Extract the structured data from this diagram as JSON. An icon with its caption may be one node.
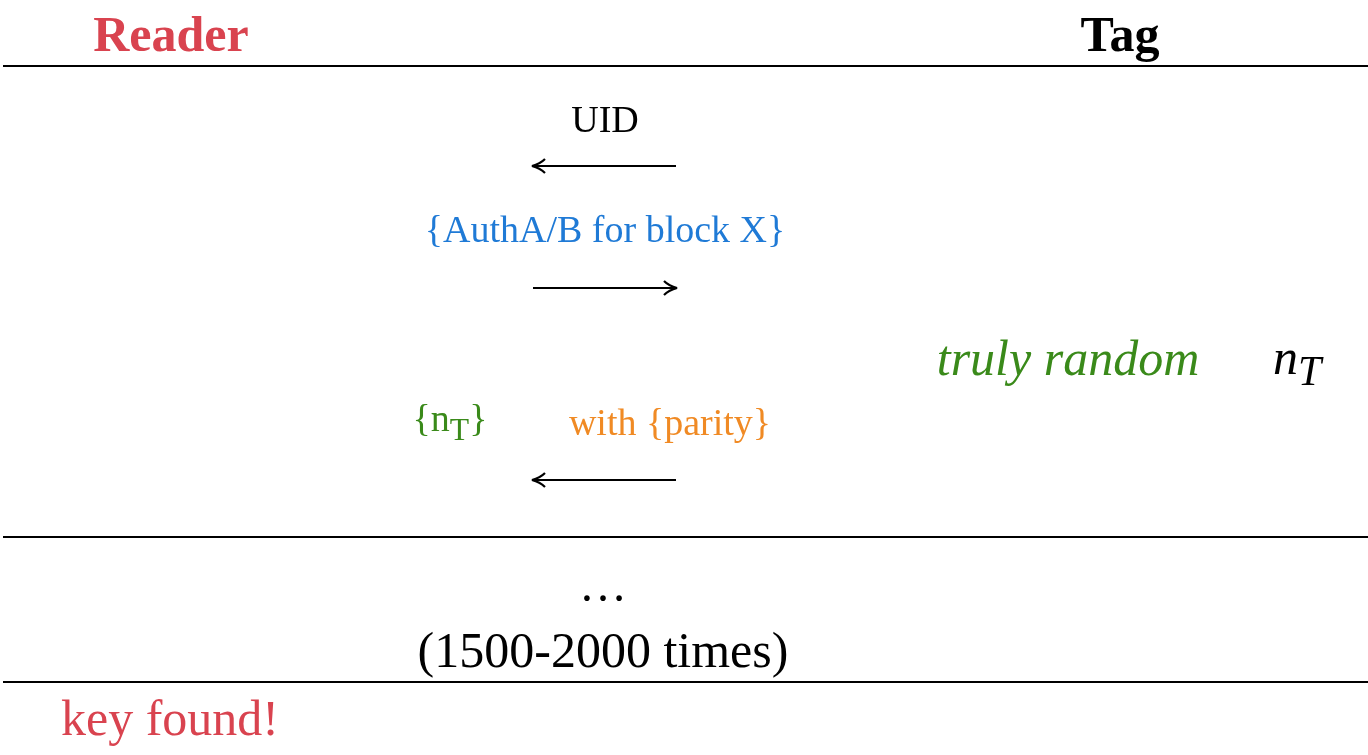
{
  "diagram": {
    "nodes": [
      {
        "text": [
          "Reader"
        ]
      },
      {
        "text": [
          "Tag"
        ]
      }
    ],
    "labels": [
      "UID",
      "{AuthA/B for block X}",
      "truly random",
      "n$_{T}$",
      "{n$_{T}$}",
      "with {parity}",
      "…",
      "(1500-2000 times)",
      "key found!"
    ]
  }
}
